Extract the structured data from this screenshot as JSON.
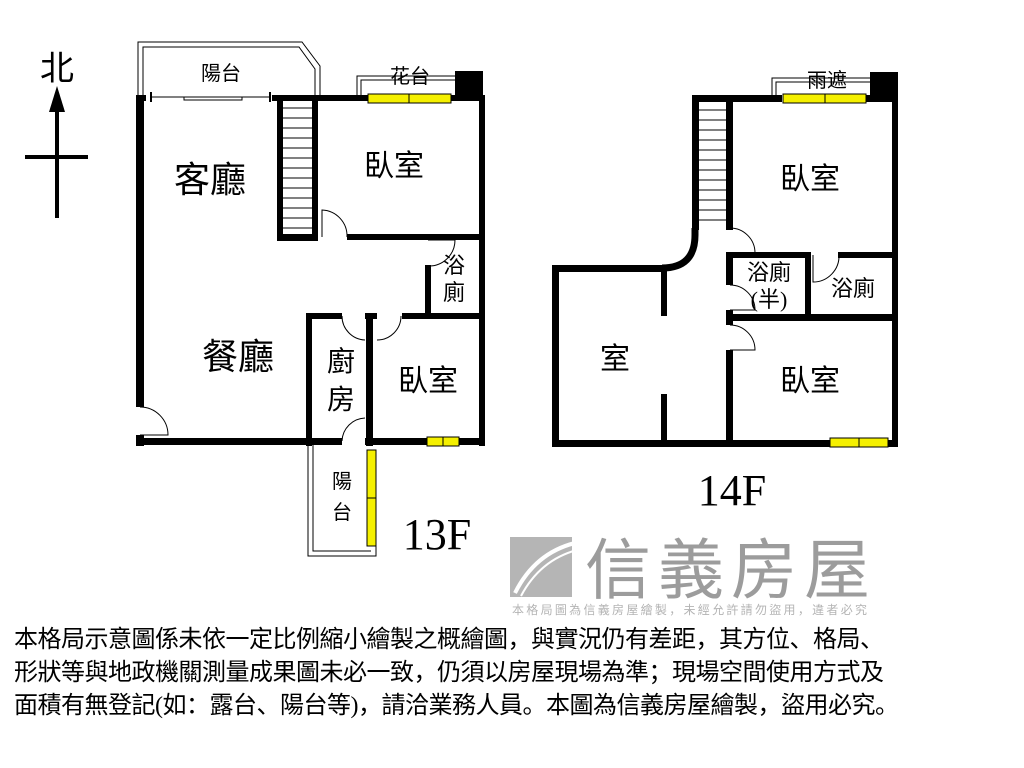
{
  "compass": {
    "north_label": "北"
  },
  "floor_13": {
    "floor_label": "13F",
    "rooms": {
      "balcony_top": "陽台",
      "planter": "花台",
      "living_room": "客廳",
      "bedroom_1": "臥室",
      "bathroom": [
        "浴",
        "廁"
      ],
      "dining_room": "餐廳",
      "kitchen": [
        "廚",
        "房"
      ],
      "bedroom_2": "臥室",
      "balcony_bottom": [
        "陽",
        "台"
      ]
    }
  },
  "floor_14": {
    "floor_label": "14F",
    "rooms": {
      "awning": "雨遮",
      "bedroom_1": "臥室",
      "half_bath": [
        "浴廁",
        "(半)"
      ],
      "bathroom": "浴廁",
      "room": "室",
      "bedroom_2": "臥室"
    }
  },
  "watermark": {
    "brand": "信義房屋",
    "notice": "本格局圖為信義房屋繪製，未經允許請勿盜用，違者必究"
  },
  "disclaimer": [
    "本格局示意圖係未依一定比例縮小繪製之概繪圖，與實況仍有差距，其方位、格局、",
    "形狀等與地政機關測量成果圖未必一致，仍須以房屋現場為準；現場空間使用方式及",
    "面積有無登記(如：露台、陽台等)，請洽業務人員。本圖為信義房屋繪製，盜用必究。"
  ],
  "colors": {
    "wall": "#000000",
    "window": "#f5f000",
    "watermark": "#9c9c9c"
  }
}
